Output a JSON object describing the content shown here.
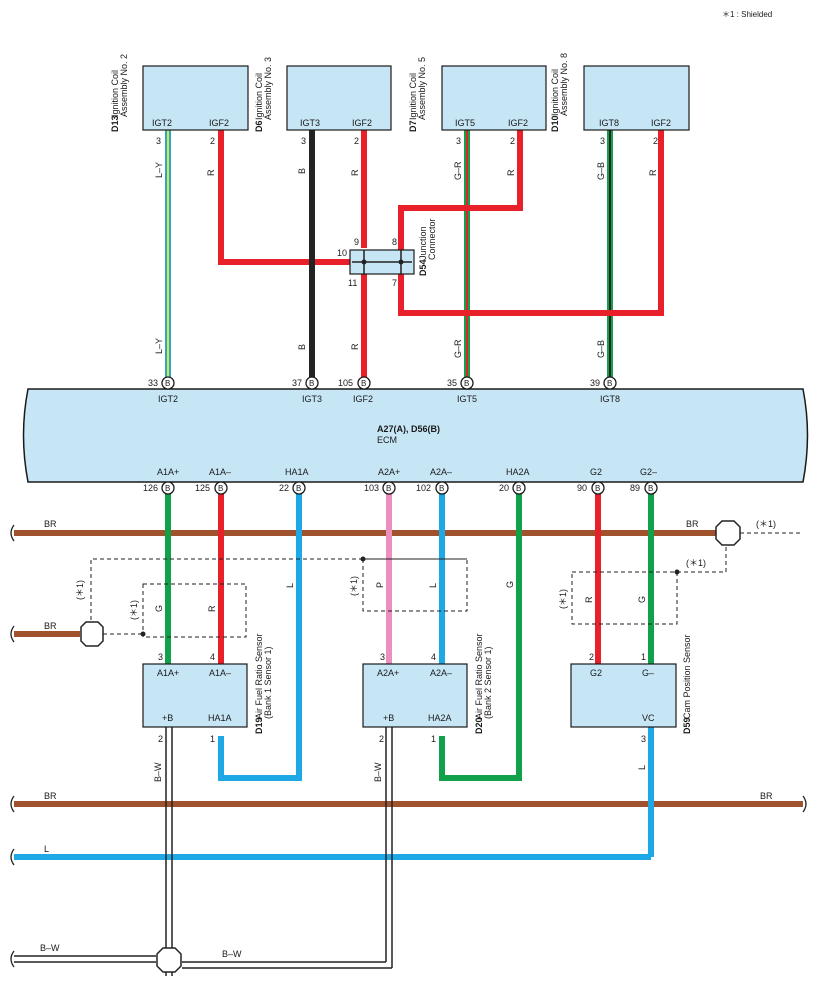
{
  "note": "＊1 : Shielded",
  "colors": {
    "red": "#e8202a",
    "black": "#222222",
    "green": "#12a14b",
    "blue": "#1ea9e6",
    "pink": "#ec8fbe",
    "brown": "#a0522d",
    "component": "#c6e6f6"
  },
  "ecm": {
    "code": "A27(A), D56(B)",
    "name": "ECM"
  },
  "coils": [
    {
      "code": "D13",
      "name1": "Ignition Coil",
      "name2": "Assembly No. 2",
      "pin_a": "IGT2",
      "pin_b": "IGF2",
      "num_a": "3",
      "num_b": "2",
      "wire_top": "L–Y",
      "wire_bot": "L–Y",
      "wire_b": "R"
    },
    {
      "code": "D6",
      "name1": "Ignition Coil",
      "name2": "Assembly No. 3",
      "pin_a": "IGT3",
      "pin_b": "IGF2",
      "num_a": "3",
      "num_b": "2",
      "wire_top": "B",
      "wire_bot": "B",
      "wire_b": "R"
    },
    {
      "code": "D7",
      "name1": "Ignition Coil",
      "name2": "Assembly No. 5",
      "pin_a": "IGT5",
      "pin_b": "IGF2",
      "num_a": "3",
      "num_b": "2",
      "wire_top": "G–R",
      "wire_bot": "G–R",
      "wire_b": "R"
    },
    {
      "code": "D10",
      "name1": "Ignition Coil",
      "name2": "Assembly No. 8",
      "pin_a": "IGT8",
      "pin_b": "IGF2",
      "num_a": "3",
      "num_b": "2",
      "wire_top": "G–B",
      "wire_bot": "G–B",
      "wire_b": "R"
    }
  ],
  "junction": {
    "code": "D54",
    "name1": "Junction",
    "name2": "Connector",
    "p10": "10",
    "p9": "9",
    "p8": "8",
    "p11": "11",
    "p7": "7"
  },
  "ecm_top_pins": [
    {
      "num": "33",
      "label": "IGT2"
    },
    {
      "num": "37",
      "label": "IGT3"
    },
    {
      "num": "105",
      "label": "IGF2"
    },
    {
      "num": "35",
      "label": "IGT5"
    },
    {
      "num": "39",
      "label": "IGT8"
    }
  ],
  "ecm_bottom_pins": [
    {
      "num": "126",
      "label": "A1A+"
    },
    {
      "num": "125",
      "label": "A1A–"
    },
    {
      "num": "22",
      "label": "HA1A"
    },
    {
      "num": "103",
      "label": "A2A+"
    },
    {
      "num": "102",
      "label": "A2A–"
    },
    {
      "num": "20",
      "label": "HA2A"
    },
    {
      "num": "90",
      "label": "G2"
    },
    {
      "num": "89",
      "label": "G2–"
    }
  ],
  "pin_letter": "B",
  "sensors": [
    {
      "code": "D19",
      "name1": "Air Fuel Ratio Sensor",
      "name2": "(Bank 1 Sensor 1)",
      "top_a": "A1A+",
      "top_b": "A1A–",
      "bot_a": "+B",
      "bot_b": "HA1A",
      "n_top_a": "3",
      "n_top_b": "4",
      "n_bot_a": "2",
      "n_bot_b": "1",
      "w1": "G",
      "w2": "R",
      "w3": "L"
    },
    {
      "code": "D20",
      "name1": "Air Fuel Ratio Sensor",
      "name2": "(Bank 2 Sensor 1)",
      "top_a": "A2A+",
      "top_b": "A2A–",
      "bot_a": "+B",
      "bot_b": "HA2A",
      "n_top_a": "3",
      "n_top_b": "4",
      "n_bot_a": "2",
      "n_bot_b": "1",
      "w1": "P",
      "w2": "L",
      "w3": "G"
    },
    {
      "code": "D59",
      "name1": "Cam Position Sensor",
      "top_a": "G2",
      "top_b": "G–",
      "bot_b": "VC",
      "n_top_a": "2",
      "n_top_b": "1",
      "n_bot_b": "3",
      "w1": "R",
      "w2": "G",
      "w3": "L"
    }
  ],
  "wires": {
    "br": "BR",
    "l": "L",
    "bw": "B–W",
    "shield": "(＊1)"
  }
}
